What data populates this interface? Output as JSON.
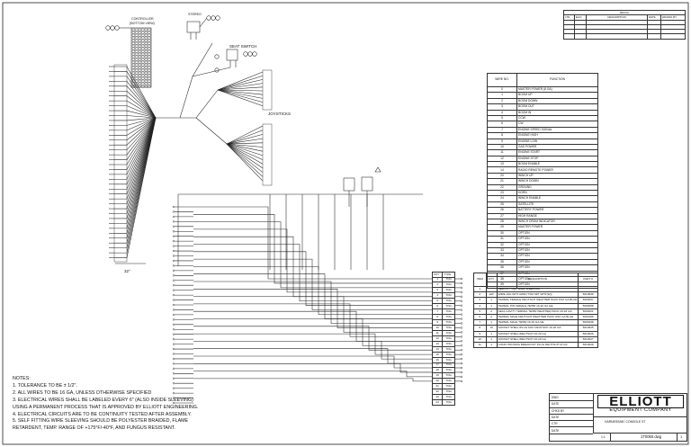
{
  "revision_table": {
    "title": "REV/IA",
    "headers": [
      "LTR",
      "ECO",
      "DESCRIPTION",
      "DATE",
      "DRAWN BY"
    ],
    "rows": [
      [
        "",
        "",
        "",
        "",
        ""
      ],
      [
        "",
        "",
        "",
        "",
        ""
      ],
      [
        "",
        "",
        "",
        "",
        ""
      ],
      [
        "",
        "",
        "",
        "",
        ""
      ]
    ]
  },
  "labels": {
    "controller": "CONTROLLER",
    "controller_sub": "(BOTTOM VIEW)",
    "stereo": "STEREO",
    "seat_switch": "SEAT SWITCH",
    "joysticks": "JOYSTICKS",
    "dim_32": "32\""
  },
  "wire_function_table": {
    "headers": [
      "WIRE NO.",
      "FUNCTION"
    ],
    "rows": [
      [
        "0",
        "MASTER POWER (8 GA)"
      ],
      [
        "1",
        "BOOM UP"
      ],
      [
        "2",
        "BOOM DOWN"
      ],
      [
        "3",
        "BOOM OUT"
      ],
      [
        "4",
        "BOOM IN"
      ],
      [
        "5",
        "CCW"
      ],
      [
        "6",
        "CW"
      ],
      [
        "7",
        "ENGINE SPEED SIGNAL"
      ],
      [
        "8",
        "ENGINE HIGH"
      ],
      [
        "9",
        "ENGINE LOW"
      ],
      [
        "10",
        "GAS POWER"
      ],
      [
        "11",
        "ENGINE START"
      ],
      [
        "12",
        "ENGINE STOP"
      ],
      [
        "13",
        "BOOM ENABLE"
      ],
      [
        "14",
        "RADIO REMOTE POWER"
      ],
      [
        "20",
        "WINCH UP"
      ],
      [
        "21",
        "WINCH DOWN"
      ],
      [
        "22",
        "GROUND"
      ],
      [
        "23",
        "HORN"
      ],
      [
        "24",
        "WINCH ENABLE"
      ],
      [
        "25",
        "SATELLITE"
      ],
      [
        "26",
        "BATTERY POWER"
      ],
      [
        "27",
        "HIGH RANGE"
      ],
      [
        "28",
        "WINCH DRUM INDICATOR"
      ],
      [
        "29",
        "MASTER POWER"
      ],
      [
        "30",
        "OPTION"
      ],
      [
        "31",
        "OPTION"
      ],
      [
        "32",
        "OPTION"
      ],
      [
        "33",
        "OPTION"
      ],
      [
        "34",
        "OPTION"
      ],
      [
        "35",
        "OPTION"
      ],
      [
        "36",
        "OPTION"
      ],
      [
        "37",
        "OPTION"
      ],
      [
        "38",
        "OPTION"
      ],
      [
        "39",
        "OPTION"
      ]
    ]
  },
  "wire_terminal_table": {
    "headers": [
      "CKT",
      "TYPE"
    ],
    "rows": [
      [
        "1",
        "TOG"
      ],
      [
        "2",
        "TOG"
      ],
      [
        "3",
        "TOG"
      ],
      [
        "4",
        "TOG"
      ],
      [
        "5",
        "TOG"
      ],
      [
        "6",
        "TOG"
      ],
      [
        "7",
        "TOG"
      ],
      [
        "8",
        "TOG"
      ],
      [
        "9",
        "TOG"
      ],
      [
        "10",
        "TOG"
      ],
      [
        "11",
        "TOG"
      ],
      [
        "12",
        "TOG"
      ],
      [
        "13",
        "TOG"
      ],
      [
        "14",
        "TOG"
      ],
      [
        "15",
        "TOG"
      ],
      [
        "16",
        "TOG"
      ],
      [
        "17",
        "TOG"
      ],
      [
        "18",
        "TOG"
      ],
      [
        "19",
        "TOG"
      ],
      [
        "20",
        "TOG"
      ],
      [
        "21",
        "TOG"
      ],
      [
        "22",
        "TOG"
      ],
      [
        "23",
        "TOG"
      ],
      [
        "24",
        "TOG"
      ]
    ]
  },
  "parts_table": {
    "headers": [
      "ITEM",
      "QTY.",
      "DESCRIPTION",
      "PART #"
    ],
    "rows": [
      [
        "1",
        "",
        "SELF-FITTING WIRE SLEEVING",
        ""
      ],
      [
        "2",
        "120'",
        "WIRE 16G WHT AWM (TXM SPT WHT(W))",
        "5010839"
      ],
      [
        "3",
        "1",
        "TERMAL FEMALE DEUTSCH WEATHER PACK 8/16 GA BLUE",
        "5000057"
      ],
      [
        "4",
        "1",
        "TERMAL PIN FEMALE TE550 16-20 GA GE",
        "5000058"
      ],
      [
        "5",
        "2",
        "SEAL CAVITY TERMAL TE550 WEATHER PACK 20-18 GA",
        "5000021"
      ],
      [
        "6",
        "2",
        "TERMAL MALE DEUTSCH WEATHER PACK 8/16 GA BLUE",
        "5000186"
      ],
      [
        "7",
        "1",
        "TERMAL MALE TE550 16-20 GA GE",
        "5000238"
      ],
      [
        "8",
        "16",
        "SOCKET SHELL/PLUG MAY DEUTSCH 16-20 GA",
        "5010625"
      ],
      [
        "9",
        "1",
        "SOCKET SHELL/DEUTSCH 16-20 GA",
        "5010626"
      ],
      [
        "10",
        "1",
        "SOCKET SHELL/DEUTSCH 16-20 GA",
        "5010627"
      ],
      [
        "11",
        "1",
        "CONN HOUSING BREAKOUT PLUG DEUTSCH 16 GA",
        "5010628"
      ]
    ]
  },
  "notes": {
    "heading": "NOTES:",
    "lines": [
      "1. TOLERANCE TO BE ± 1/2\".",
      "2. ALL WIRES TO BE 16 GA, UNLESS OTHERWISE SPECIFIED",
      "3. ELECTRICAL WIRES SHALL BE LABELED EVERY 6\" (ALSO INSIDE SLEEVING)",
      "USING A PERMANENT PROCESS THAT IS APPROVED BY ELLIOTT ENGINEERING.",
      "4. ELECTRICAL CIRCUITS ARE TO BE CONTINUITY TESTED AFTER ASSEMBLY.",
      "5. SELF FITTING WIRE SLEEVING SHOULD BE POLYESTER BRAIDED, FLAME",
      "RETARDENT, TEMP. RANGE OF +175°F/-40°F, AND FUNGUS RESISTANT."
    ]
  },
  "title_block": {
    "logo": "ELLIOTT",
    "company": "EQUIPMENT COMPANY",
    "rows": [
      {
        "label": "DWG",
        "value": ""
      },
      {
        "label": "DATE",
        "value": ""
      },
      {
        "label": "CHKD BY",
        "value": ""
      },
      {
        "label": "DATE",
        "value": ""
      },
      {
        "label": "CTR",
        "value": ""
      },
      {
        "label": "DATE",
        "value": ""
      }
    ],
    "drawing_title": "HARNESS/MC CONSOLE ST",
    "scale": "1:1",
    "dwg_no": "1T0050.dwg",
    "sheet": "1"
  }
}
